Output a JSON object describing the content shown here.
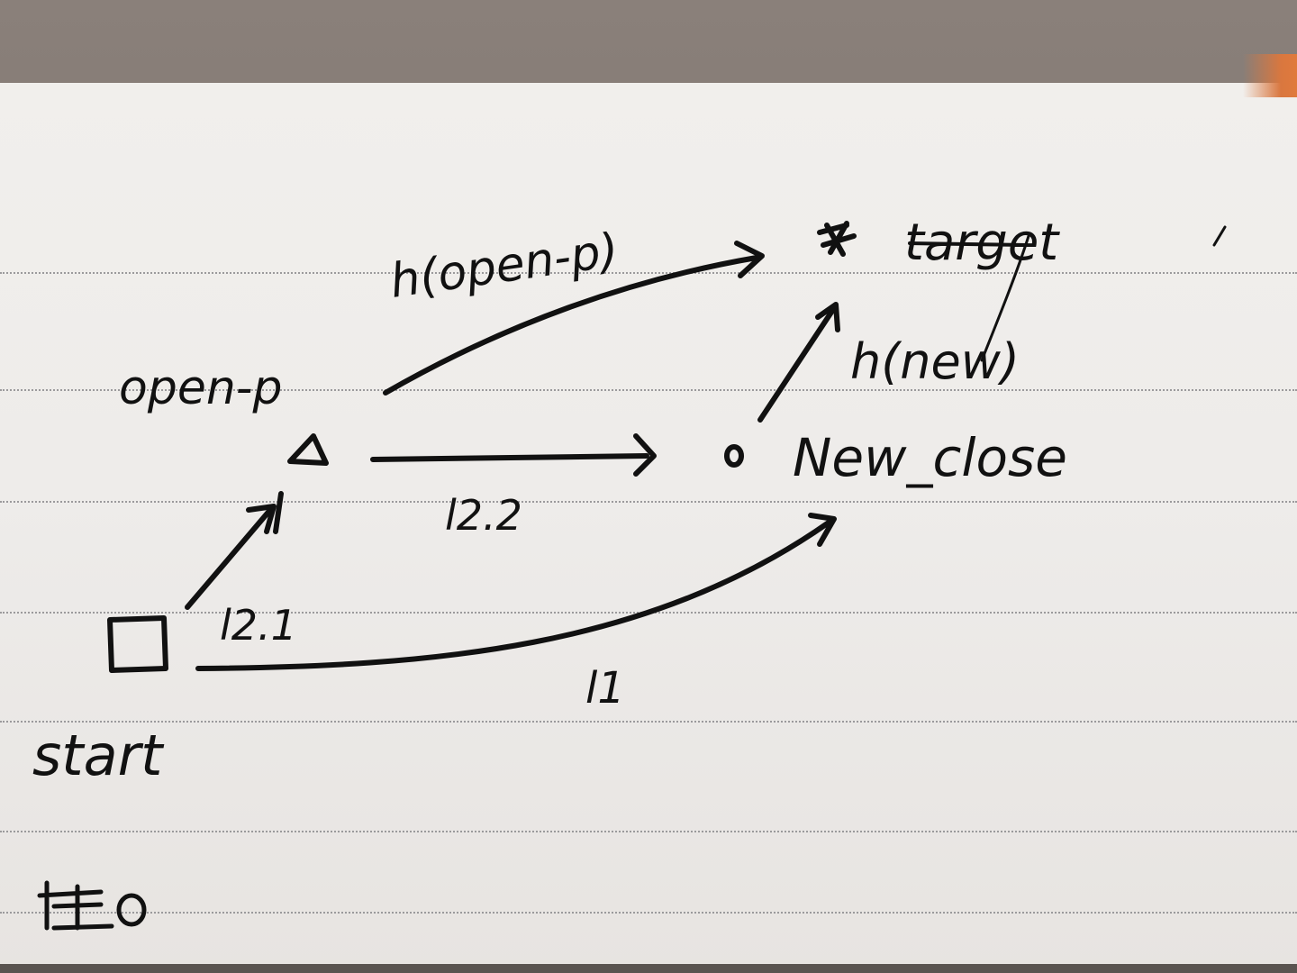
{
  "sketch": {
    "label_open_p": "open-p",
    "label_h_open_p": "h(open-p)",
    "label_target": "target",
    "label_h_new": "h(new)",
    "label_new_close": "New_close",
    "label_l22": "l2.2",
    "label_l21": "l2.1",
    "label_l1": "l1",
    "label_start": "start",
    "ink_color": "#111111",
    "paper_color": "#efedea"
  }
}
